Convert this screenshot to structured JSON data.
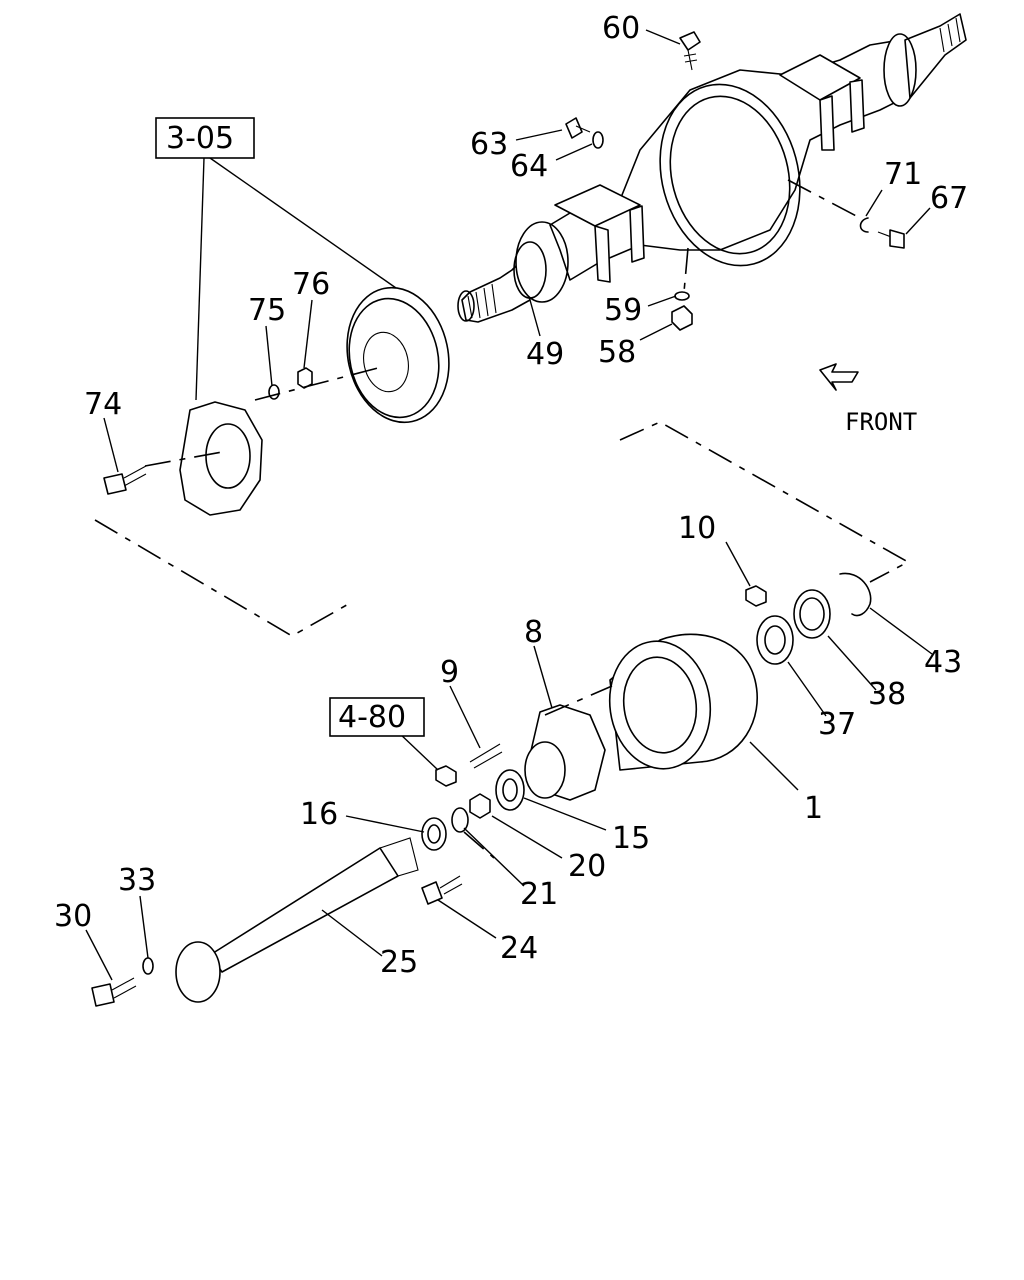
{
  "ref_labels": [
    "3-05",
    "4-80"
  ],
  "direction_label": "FRONT",
  "callouts": [
    "60",
    "63",
    "64",
    "71",
    "67",
    "76",
    "75",
    "74",
    "59",
    "58",
    "49",
    "10",
    "8",
    "9",
    "1",
    "43",
    "38",
    "37",
    "16",
    "15",
    "20",
    "21",
    "24",
    "33",
    "30",
    "25"
  ]
}
